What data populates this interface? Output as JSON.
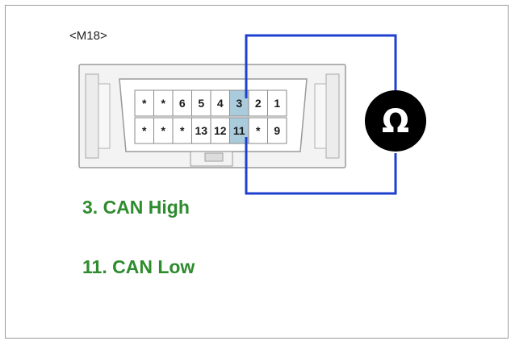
{
  "connector": {
    "name": "<M18>",
    "top_row": [
      "*",
      "*",
      "6",
      "5",
      "4",
      "3",
      "2",
      "1"
    ],
    "bottom_row": [
      "*",
      "*",
      "*",
      "13",
      "12",
      "11",
      "*",
      "9"
    ]
  },
  "meter": {
    "symbol": "Ω"
  },
  "legend": {
    "line1": "3. CAN High",
    "line2": "11. CAN Low"
  },
  "colors": {
    "wire": "#1f3fcf",
    "label": "#2e8b2e",
    "highlight": "#a9cbdc"
  }
}
